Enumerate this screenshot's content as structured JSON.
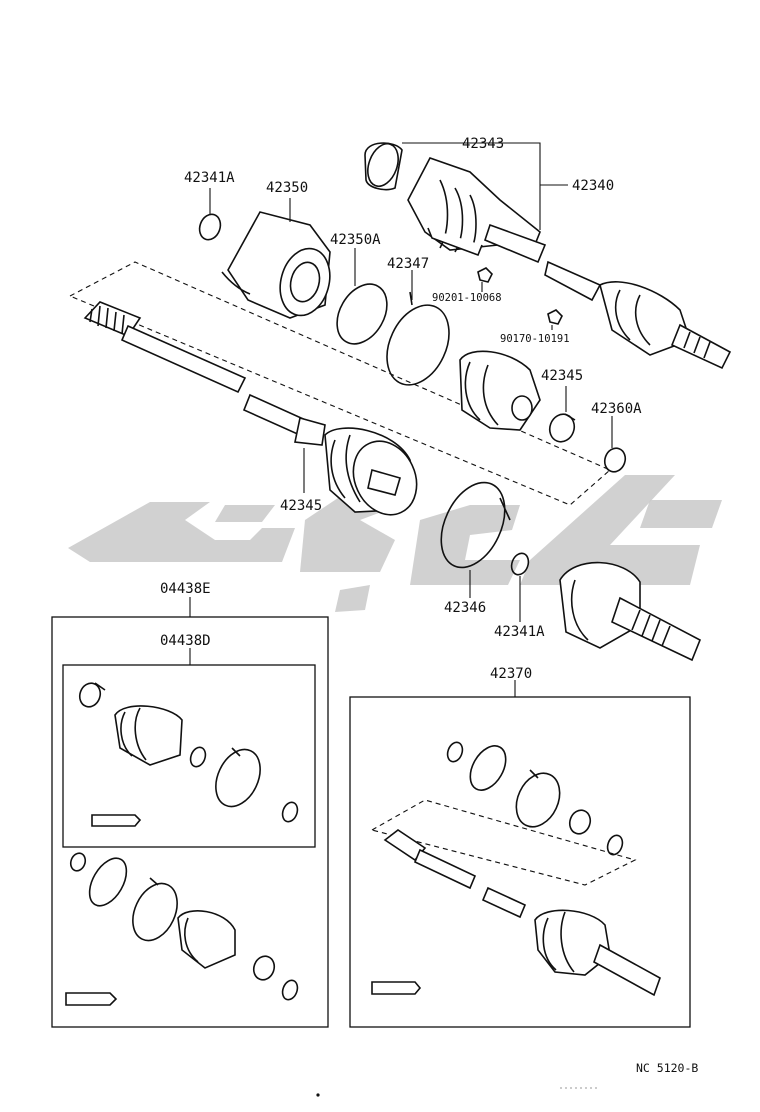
{
  "labels": {
    "p42343": "42343",
    "p42340": "42340",
    "p42341A_top": "42341A",
    "p42350": "42350",
    "p42350A": "42350A",
    "p42347": "42347",
    "p90201": "90201-10068",
    "p90170": "90170-10191",
    "p42345_right": "42345",
    "p42360A": "42360A",
    "p42345_left": "42345",
    "p42346": "42346",
    "p42341A_bottom": "42341A",
    "p04438E": "04438E",
    "p04438D": "04438D",
    "p42370": "42370"
  },
  "footer": {
    "code": "NC 5120-B"
  },
  "watermark": {
    "color": "#c9c9c9"
  }
}
